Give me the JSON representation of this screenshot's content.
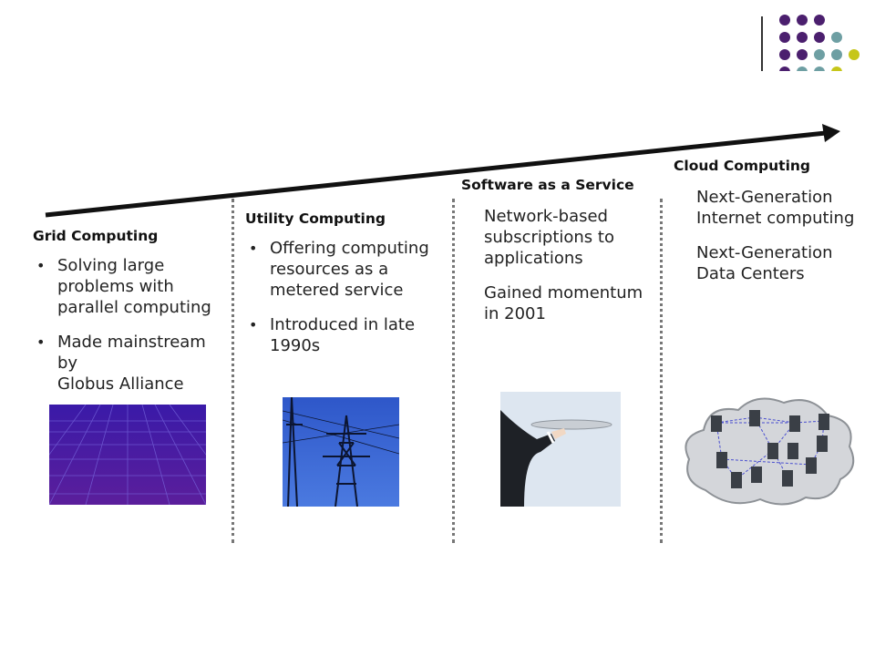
{
  "slide": {
    "dot_colors": {
      "purple": "#4b1f6e",
      "teal": "#6e9fa3",
      "yellow": "#c6c61a"
    }
  },
  "columns": [
    {
      "title": "Grid Computing",
      "bullets": [
        [
          "Solving large",
          "problems with",
          "parallel computing"
        ],
        [
          "Made mainstream by",
          "Globus Alliance"
        ]
      ],
      "image": "purple-grid-illustration"
    },
    {
      "title": "Utility Computing",
      "bullets": [
        [
          "Offering computing",
          "resources as a",
          "metered service"
        ],
        [
          "Introduced in late",
          "1990s"
        ]
      ],
      "image": "power-pylon-photo"
    },
    {
      "title": "Software as a Service",
      "paragraphs": [
        [
          "Network-based",
          "subscriptions to",
          "applications"
        ],
        [
          "Gained momentum",
          "in 2001"
        ]
      ],
      "image": "waiter-serving-tray-photo"
    },
    {
      "title": "Cloud Computing",
      "paragraphs": [
        [
          "Next-Generation",
          "Internet computing"
        ],
        [
          "Next-Generation",
          "Data Centers"
        ]
      ],
      "image": "cloud-of-servers-illustration"
    }
  ]
}
